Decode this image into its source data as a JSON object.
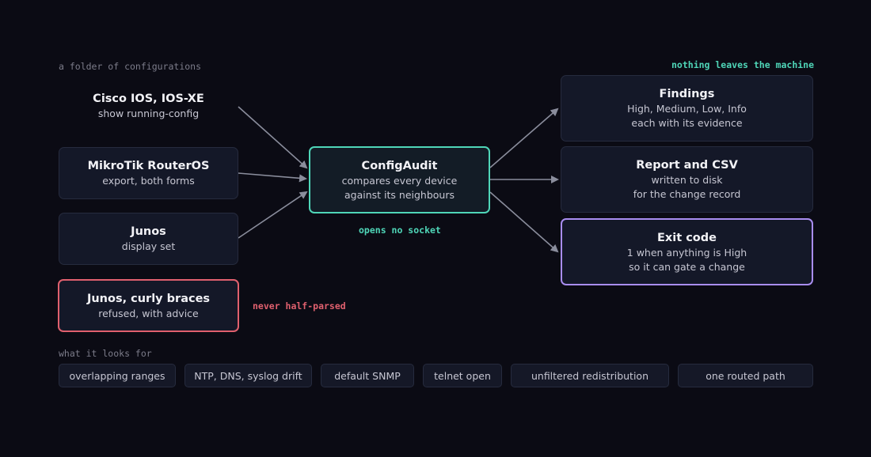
{
  "left_label": "a folder of configurations",
  "right_label": "nothing leaves the machine",
  "inputs": [
    {
      "title": "Cisco IOS, IOS-XE",
      "subtitle": "show running-config"
    },
    {
      "title": "MikroTik RouterOS",
      "subtitle": "export, both forms"
    },
    {
      "title": "Junos",
      "subtitle": "display set"
    },
    {
      "title": "Junos, curly braces",
      "subtitle": "refused, with advice"
    }
  ],
  "refused_note": "never half-parsed",
  "center": {
    "title": "ConfigAudit",
    "line1": "compares every device",
    "line2": "against its neighbours",
    "note": "opens no socket"
  },
  "outputs": [
    {
      "title": "Findings",
      "line1": "High, Medium, Low, Info",
      "line2": "each with its evidence"
    },
    {
      "title": "Report and CSV",
      "line1": "written to disk",
      "line2": "for the change record"
    },
    {
      "title": "Exit code",
      "line1": "1 when anything is High",
      "line2": "so it can gate a change"
    }
  ],
  "checks_label": "what it looks for",
  "checks": [
    "overlapping ranges",
    "NTP, DNS, syslog drift",
    "default SNMP",
    "telnet open",
    "unfiltered redistribution",
    "one routed path"
  ],
  "colors": {
    "background": "#0b0b14",
    "teal": "#4fd6b8",
    "red": "#e0606e",
    "purple": "#a98df0",
    "arrow": "#8a8d9c"
  }
}
